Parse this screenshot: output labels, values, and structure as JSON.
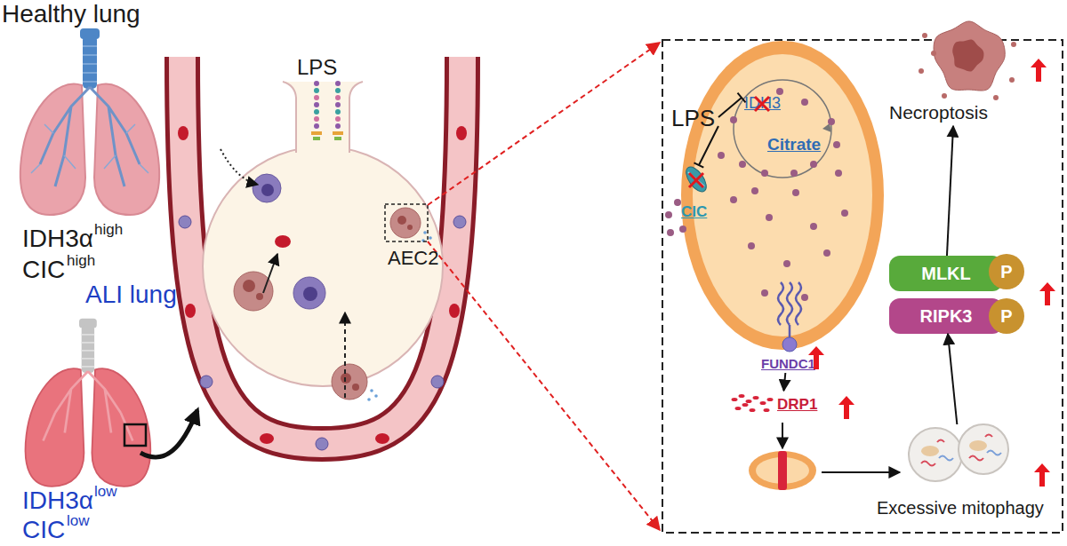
{
  "diagram": {
    "nodes": [
      {
        "text": [
          "IDH3",
          "Citrate"
        ]
      },
      {
        "text": [
          "CIC"
        ]
      },
      {
        "text": [
          "FUNDC1"
        ]
      },
      {
        "text": [
          "DRP1"
        ]
      },
      {
        "text": [
          "Necroptosis"
        ]
      },
      {
        "text": [
          "MLKL"
        ]
      },
      {
        "text": [
          "P"
        ]
      },
      {
        "text": [
          "RIPK3"
        ]
      },
      {
        "text": [
          "P"
        ]
      },
      {
        "text": [
          "Excessive mitophagy"
        ]
      }
    ],
    "edges": [
      {
        "from": 2,
        "to": 3,
        "arrow": "to"
      },
      {
        "from": 9,
        "to": 7,
        "arrow": "to"
      },
      {
        "from": 5,
        "to": 4,
        "arrow": "to"
      }
    ],
    "labels": [
      "Healthy lung",
      "IDH3α",
      "high",
      "CIC",
      "high",
      "ALI lung",
      "IDH3α",
      "low",
      "CIC",
      "low",
      "LPS",
      "AEC2",
      "LPS"
    ]
  }
}
